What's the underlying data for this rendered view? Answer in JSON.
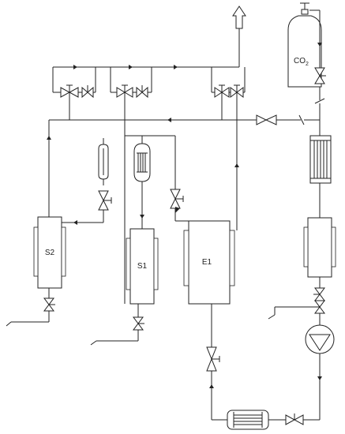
{
  "labels": {
    "co2_main": "CO",
    "co2_sub": "2",
    "s2": "S2",
    "s1": "S1",
    "e1": "E1"
  },
  "icons": {
    "vent": "vent-arrow-icon",
    "cylinder": "gas-cylinder-icon",
    "valve": "valve-icon",
    "check_valve": "check-valve-icon",
    "control_valve": "control-valve-icon",
    "heat_exchanger": "heat-exchanger-icon",
    "pump": "pump-icon"
  },
  "colors": {
    "line": "#222222",
    "background": "#ffffff"
  }
}
